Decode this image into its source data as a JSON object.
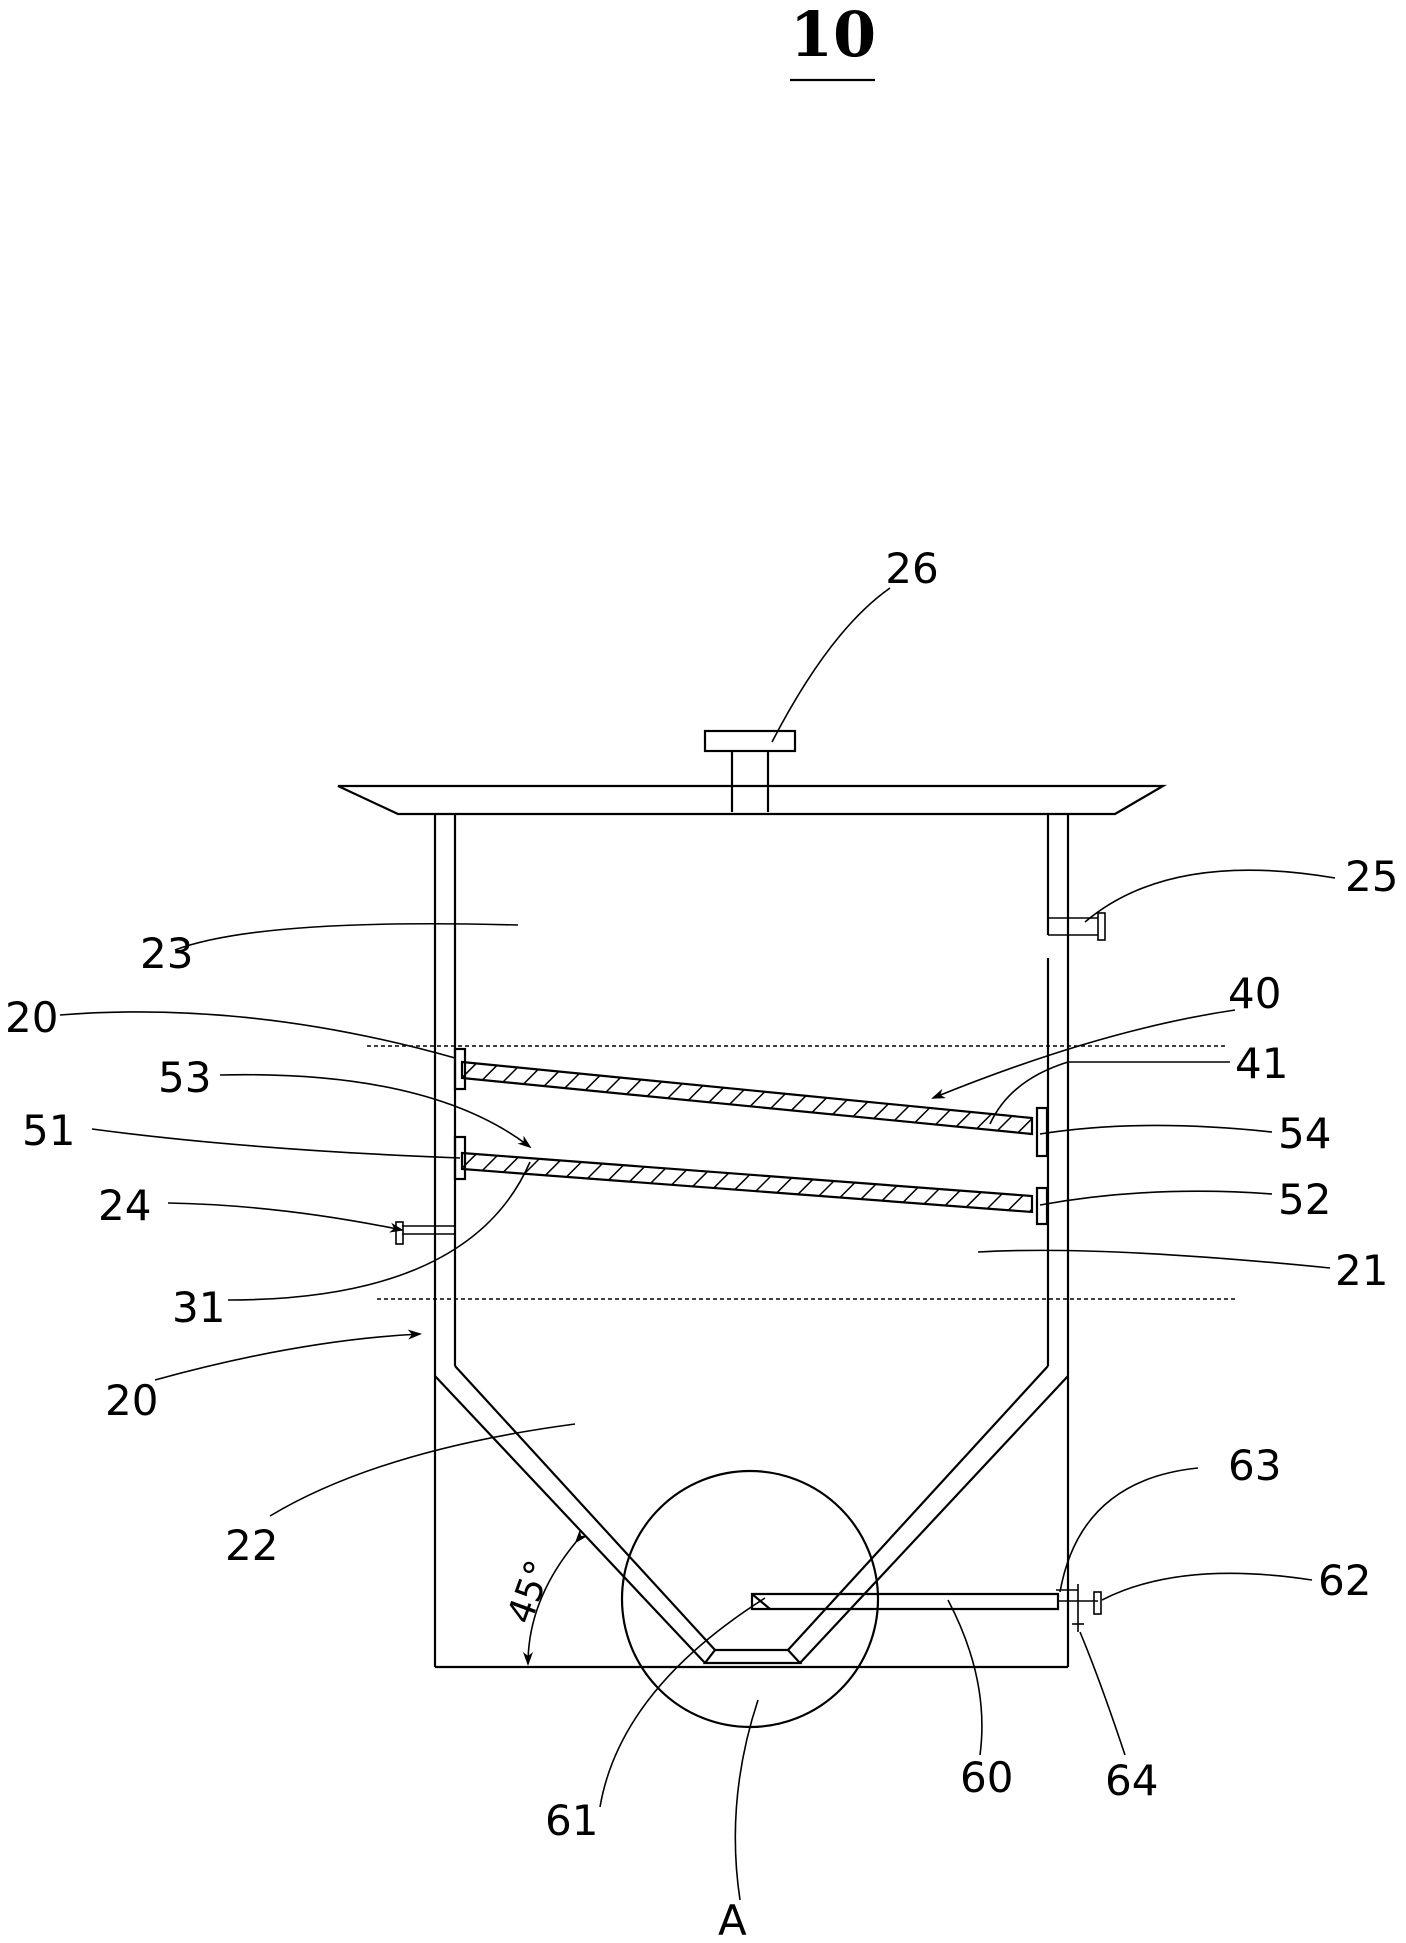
{
  "figure": {
    "title": "10",
    "angle_label": "45°",
    "labels": {
      "l26": "26",
      "l25": "25",
      "l23": "23",
      "l40": "40",
      "l20a": "20",
      "l41": "41",
      "l53": "53",
      "l54": "54",
      "l51": "51",
      "l52": "52",
      "l24": "24",
      "l21": "21",
      "l31": "31",
      "l20b": "20",
      "l63": "63",
      "l22": "22",
      "l62": "62",
      "l61": "61",
      "l60": "60",
      "l64": "64",
      "lA": "A"
    }
  }
}
